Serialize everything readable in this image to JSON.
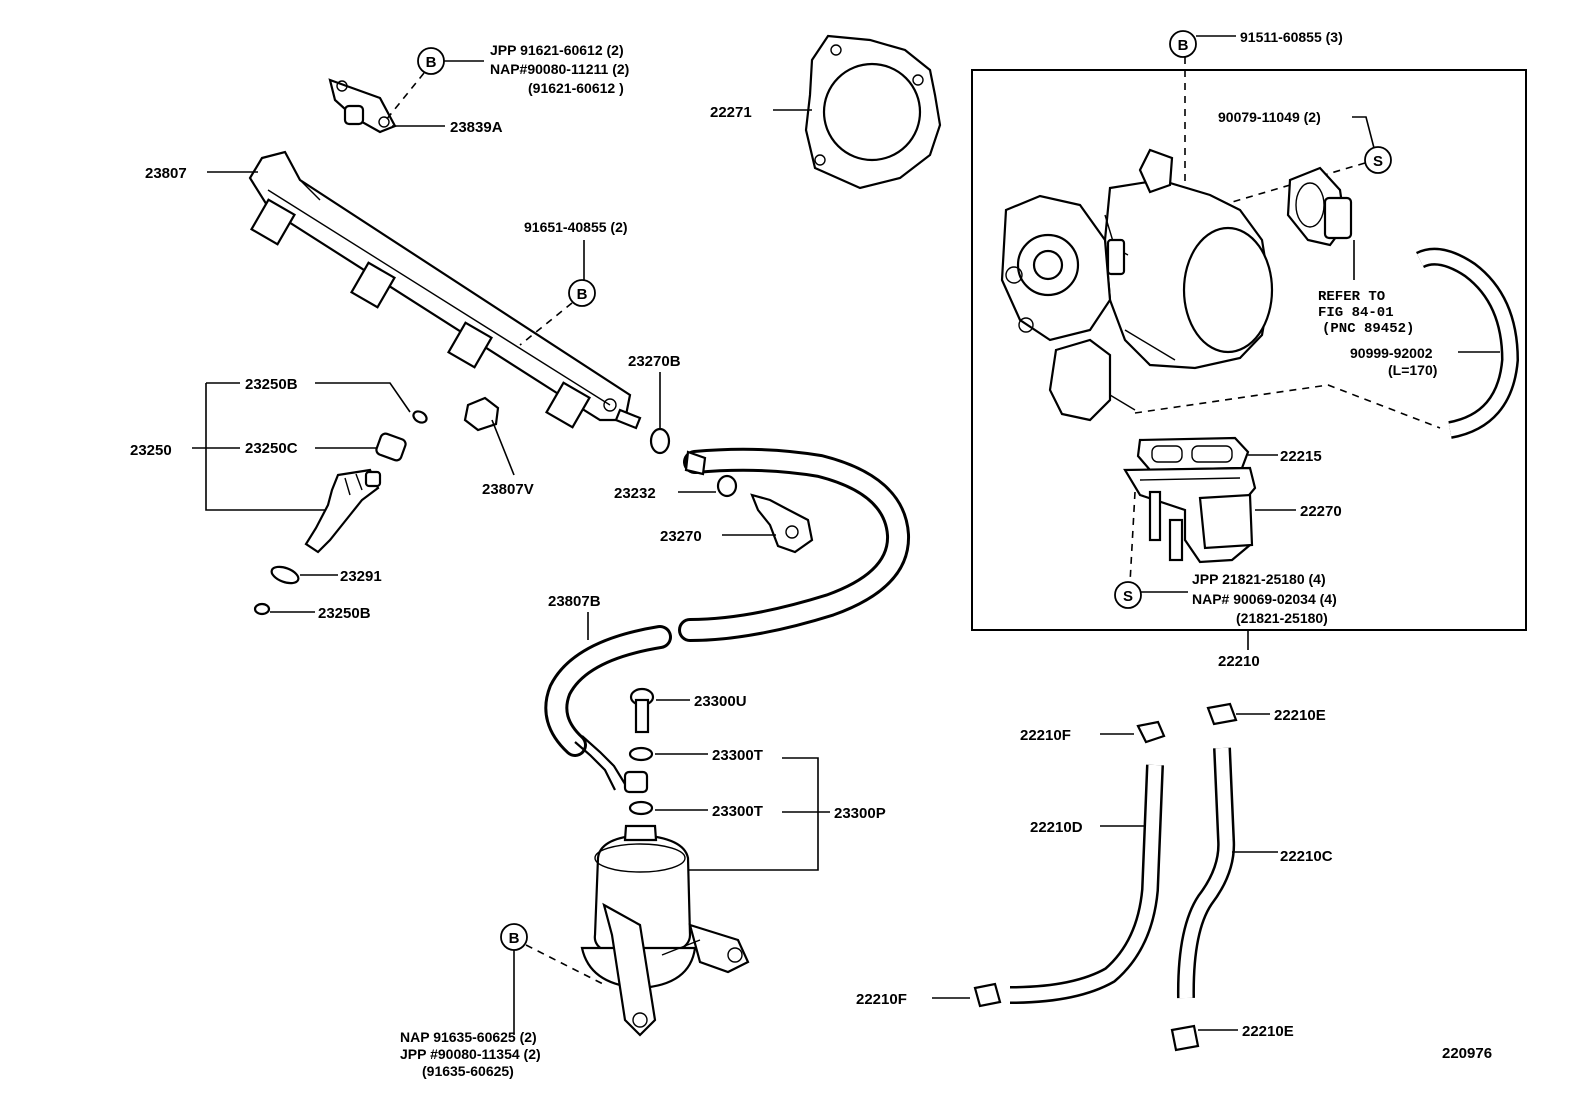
{
  "diagram": {
    "figure_number": "220976",
    "markers": {
      "bolt": "B",
      "screw": "S"
    },
    "labels": {
      "p23839a": "23839A",
      "p23807": "23807",
      "p22271": "22271",
      "p23250b_top": "23250B",
      "p23250": "23250",
      "p23250c": "23250C",
      "p23807v": "23807V",
      "p23270b": "23270B",
      "p23232": "23232",
      "p23270": "23270",
      "p23291": "23291",
      "p23250b_bottom": "23250B",
      "p23807b": "23807B",
      "p23300u": "23300U",
      "p23300t_top": "23300T",
      "p23300t_bottom": "23300T",
      "p23300p": "23300P",
      "p22215": "22215",
      "p22270": "22270",
      "p22210": "22210",
      "p22210f_top": "22210F",
      "p22210e_top": "22210E",
      "p22210d": "22210D",
      "p22210c": "22210C",
      "p22210f_bottom": "22210F",
      "p22210e_bottom": "22210E"
    },
    "notes": {
      "injector_bolt": {
        "l1": "JPP  91621-60612 (2)",
        "l2": "NAP#90080-11211 (2)",
        "l3": "(91621-60612 )"
      },
      "rail_bolt": "91651-40855 (2)",
      "throttle_bolt": "91511-60855 (3)",
      "sensor_screw": "90079-11049 (2)",
      "refer": {
        "l1": "REFER TO",
        "l2": "FIG 84-01",
        "l3": "(PNC 89452)"
      },
      "vac_hose": {
        "l1": "90999-92002",
        "l2": "(L=170)"
      },
      "iac_screw": {
        "l1": "JPP     21821-25180 (4)",
        "l2": "NAP# 90069-02034 (4)",
        "l3": "(21821-25180)"
      },
      "regulator_bolt": {
        "l1": "NAP    91635-60625 (2)",
        "l2": "JPP   #90080-11354 (2)",
        "l3": "(91635-60625)"
      }
    }
  }
}
